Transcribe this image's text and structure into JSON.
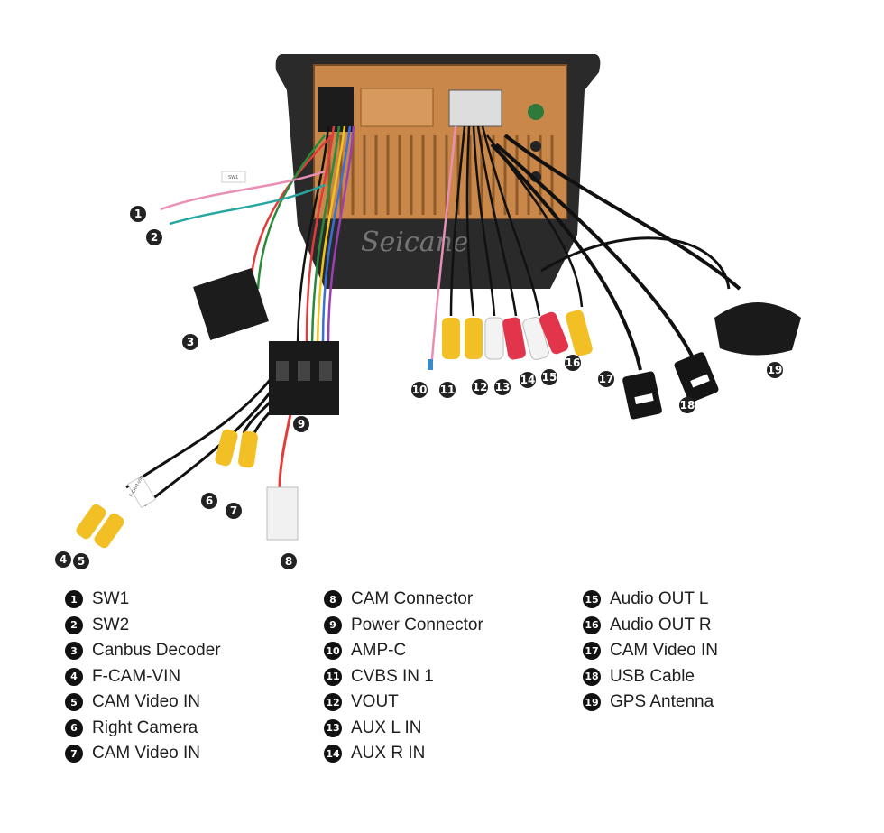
{
  "watermark": "Seicane",
  "callouts": [
    {
      "n": "1"
    },
    {
      "n": "2"
    },
    {
      "n": "3"
    },
    {
      "n": "4"
    },
    {
      "n": "5"
    },
    {
      "n": "6"
    },
    {
      "n": "7"
    },
    {
      "n": "8"
    },
    {
      "n": "9"
    },
    {
      "n": "10"
    },
    {
      "n": "11"
    },
    {
      "n": "12"
    },
    {
      "n": "13"
    },
    {
      "n": "14"
    },
    {
      "n": "15"
    },
    {
      "n": "16"
    },
    {
      "n": "17"
    },
    {
      "n": "18"
    },
    {
      "n": "19"
    }
  ],
  "wire_tags": {
    "sw1": "SW1",
    "fcam": "F-CAM-VIN"
  },
  "legend": [
    [
      {
        "n": "1",
        "label": "SW1"
      },
      {
        "n": "2",
        "label": "SW2"
      },
      {
        "n": "3",
        "label": "Canbus Decoder"
      },
      {
        "n": "4",
        "label": "F-CAM-VIN"
      },
      {
        "n": "5",
        "label": "CAM Video IN"
      },
      {
        "n": "6",
        "label": "Right Camera"
      },
      {
        "n": "7",
        "label": "CAM Video IN"
      }
    ],
    [
      {
        "n": "8",
        "label": "CAM Connector"
      },
      {
        "n": "9",
        "label": "Power Connector"
      },
      {
        "n": "10",
        "label": "AMP-C"
      },
      {
        "n": "11",
        "label": "CVBS IN 1"
      },
      {
        "n": "12",
        "label": "VOUT"
      },
      {
        "n": "13",
        "label": "AUX L IN"
      },
      {
        "n": "14",
        "label": "AUX R IN"
      }
    ],
    [
      {
        "n": "15",
        "label": "Audio OUT L"
      },
      {
        "n": "16",
        "label": "Audio OUT R"
      },
      {
        "n": "17",
        "label": "CAM Video IN"
      },
      {
        "n": "18",
        "label": "USB Cable"
      },
      {
        "n": "19",
        "label": "GPS Antenna"
      }
    ]
  ]
}
